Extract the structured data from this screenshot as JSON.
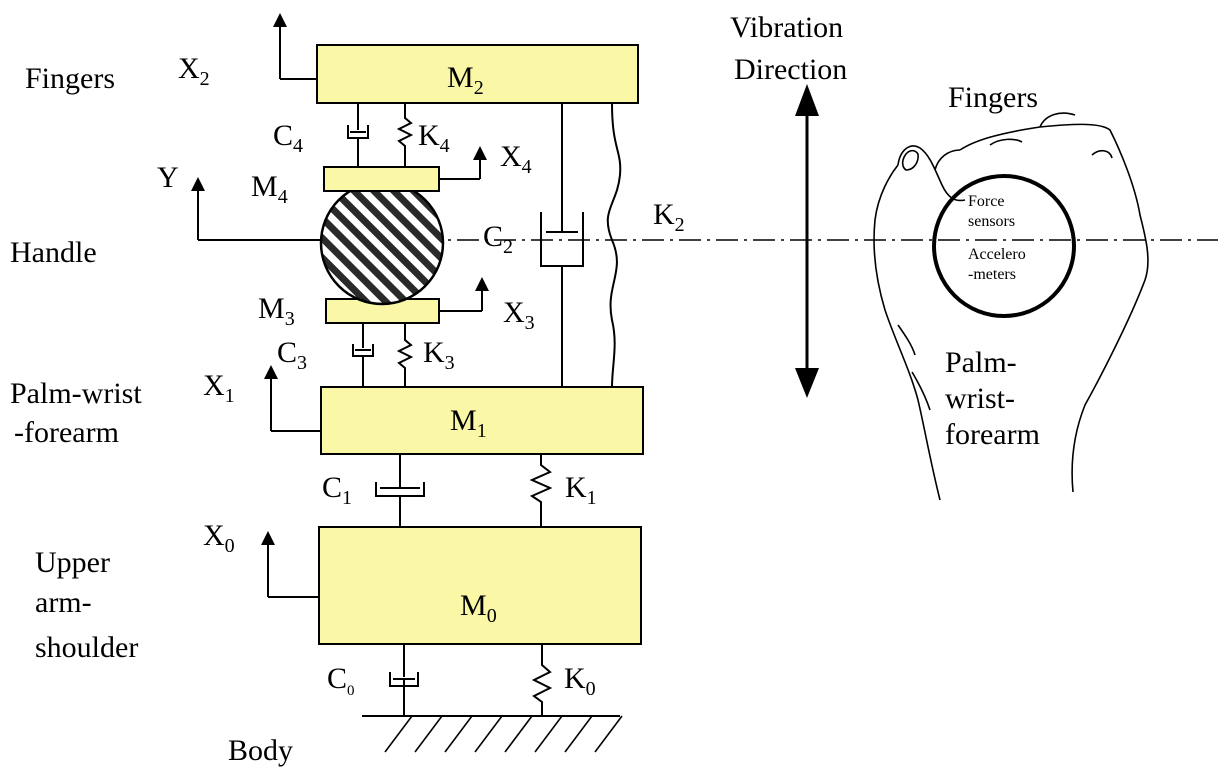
{
  "labels": {
    "fingers_left": "Fingers",
    "handle": "Handle",
    "palm_line1": "Palm-wrist",
    "palm_line2": "-forearm",
    "upper_line1": "Upper",
    "upper_line2": "arm-",
    "upper_line3": "shoulder",
    "body": "Body",
    "vibration_line1": "Vibration",
    "vibration_line2": "Direction",
    "fingers_right": "Fingers",
    "palm_right_line1": "Palm-",
    "palm_right_line2": "wrist-",
    "palm_right_line3": "forearm",
    "force_line1": "Force",
    "force_line2": "sensors",
    "accel_line1": "Accelero",
    "accel_line2": "-meters"
  },
  "masses": {
    "m0": {
      "base": "M",
      "sub": "0"
    },
    "m1": {
      "base": "M",
      "sub": "1"
    },
    "m2": {
      "base": "M",
      "sub": "2"
    },
    "m3": {
      "base": "M",
      "sub": "3"
    },
    "m4": {
      "base": "M",
      "sub": "4"
    }
  },
  "dampers": {
    "c0": {
      "base": "C",
      "sub": "0"
    },
    "c1": {
      "base": "C",
      "sub": "1"
    },
    "c2": {
      "base": "C",
      "sub": "2"
    },
    "c3": {
      "base": "C",
      "sub": "3"
    },
    "c4": {
      "base": "C",
      "sub": "4"
    }
  },
  "springs": {
    "k0": {
      "base": "K",
      "sub": "0"
    },
    "k1": {
      "base": "K",
      "sub": "1"
    },
    "k2": {
      "base": "K",
      "sub": "2"
    },
    "k3": {
      "base": "K",
      "sub": "3"
    },
    "k4": {
      "base": "K",
      "sub": "4"
    }
  },
  "coordinates": {
    "x0": {
      "base": "X",
      "sub": "0"
    },
    "x1": {
      "base": "X",
      "sub": "1"
    },
    "x2": {
      "base": "X",
      "sub": "2"
    },
    "x3": {
      "base": "X",
      "sub": "3"
    },
    "x4": {
      "base": "X",
      "sub": "4"
    },
    "y": "Y"
  },
  "colors": {
    "mass_fill": "#FAF7A6",
    "line": "#000000"
  }
}
